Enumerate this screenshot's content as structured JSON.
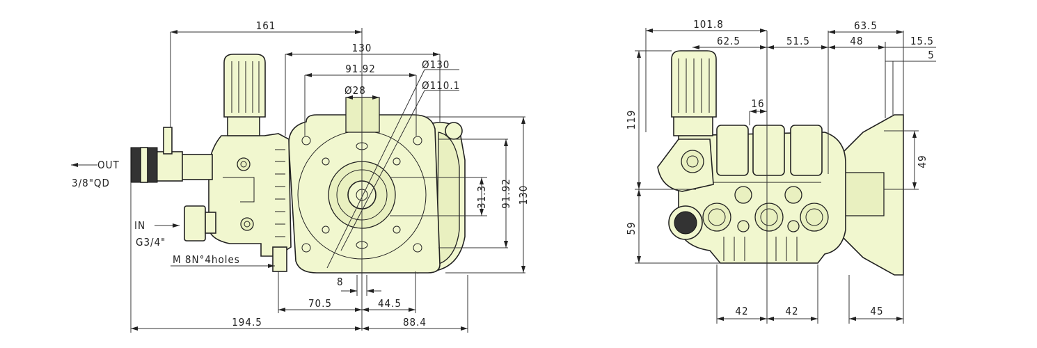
{
  "side_view": {
    "dims": {
      "d161": "161",
      "d130_top": "130",
      "d91_92_top": "91.92",
      "phi130": "Ø130",
      "phi28": "Ø28",
      "phi110_1": "Ø110.1",
      "d31_3": "31.3",
      "d91_92_right": "91.92",
      "d130_right": "130",
      "d8": "8",
      "d70_5": "70.5",
      "d44_5": "44.5",
      "d194_5": "194.5",
      "d88_4": "88.4"
    },
    "labels": {
      "out": "OUT",
      "out_size": "3/8\"QD",
      "in": "IN",
      "in_size": "G3/4\"",
      "mount_holes": "M 8N°4holes"
    }
  },
  "front_view": {
    "dims": {
      "d101_8": "101.8",
      "d62_5": "62.5",
      "d51_5": "51.5",
      "d63_5": "63.5",
      "d48": "48",
      "d15_5": "15.5",
      "d5": "5",
      "d16": "16",
      "d119": "119",
      "d59": "59",
      "d49": "49",
      "d42_a": "42",
      "d42_b": "42",
      "d45": "45"
    }
  }
}
